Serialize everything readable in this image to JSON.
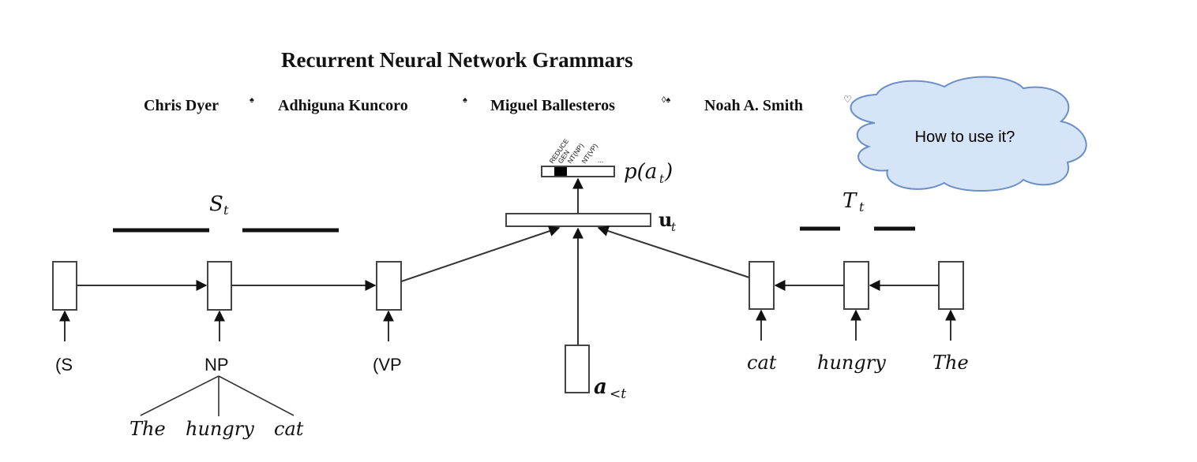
{
  "paper": {
    "title": "Recurrent Neural Network Grammars",
    "authors": [
      {
        "name": "Chris Dyer",
        "marks": "♠"
      },
      {
        "name": "Adhiguna Kuncoro",
        "marks": "♠"
      },
      {
        "name": "Miguel Ballesteros",
        "marks": "◊♠"
      },
      {
        "name": "Noah A. Smith",
        "marks": "♡"
      }
    ]
  },
  "diagram": {
    "stack_label": "S",
    "stack_sub": "t",
    "buffer_label": "T",
    "buffer_sub": "t",
    "u_label": "u",
    "u_sub": "t",
    "p_label": "p(a",
    "p_sub": "t",
    "p_close": ")",
    "action_label": "a",
    "action_sub": "<t",
    "action_types": [
      "REDUCE",
      "GEN",
      "NT(NP)",
      "NT(VP)",
      "..."
    ],
    "selected_action": "GEN",
    "stack_inputs": [
      "(S",
      "NP",
      "(VP"
    ],
    "np_children": [
      "The",
      "hungry",
      "cat"
    ],
    "buffer_inputs": [
      "cat",
      "hungry",
      "The"
    ]
  },
  "callout": {
    "text": "How to use it?",
    "fill": "#d6e4f8",
    "stroke": "#6a8ec8"
  }
}
